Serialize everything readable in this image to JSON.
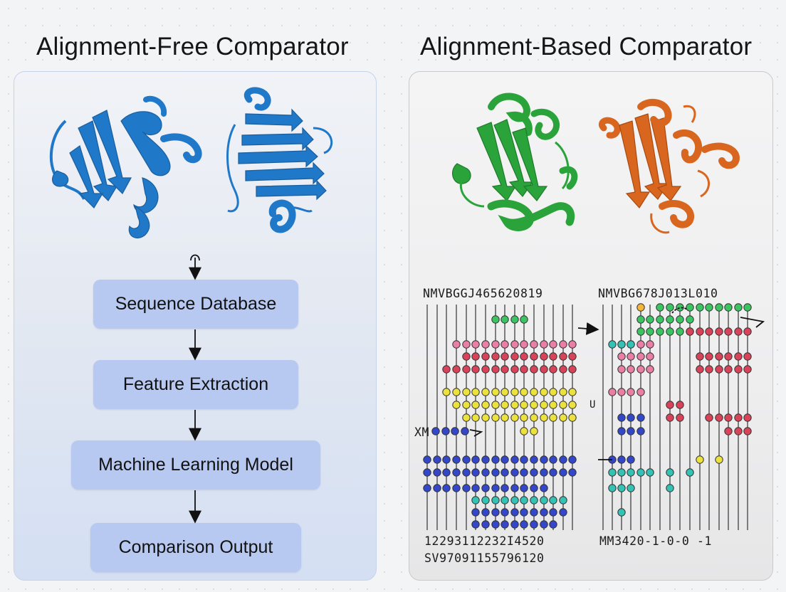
{
  "titles": {
    "left": "Alignment-Free Comparator",
    "right": "Alignment-Based Comparator"
  },
  "steps": [
    "Sequence Database",
    "Feature Extraction",
    "Machine Learning Model",
    "Comparison Output"
  ],
  "alignment": {
    "header_left": "NMVBGGJ465620819",
    "header_right": "NMVBG678J013L010",
    "footer_left_1": "12293112232I4520",
    "footer_left_2": "SV97091155796120",
    "footer_right": "MM3420-1-0-0    -1",
    "side_label": "XM",
    "mid_label": "U"
  },
  "colors": {
    "blue_protein": "#1f78c8",
    "green_protein": "#2aa33a",
    "orange_protein": "#d9661e",
    "step_fill": "#b7c8f1",
    "dot_green": "#3cc463",
    "dot_pink": "#e97fa4",
    "dot_red": "#d9435a",
    "dot_yellow": "#ece23e",
    "dot_blue": "#3347c8",
    "dot_teal": "#33c2b4",
    "dot_orange": "#f3b63b"
  }
}
